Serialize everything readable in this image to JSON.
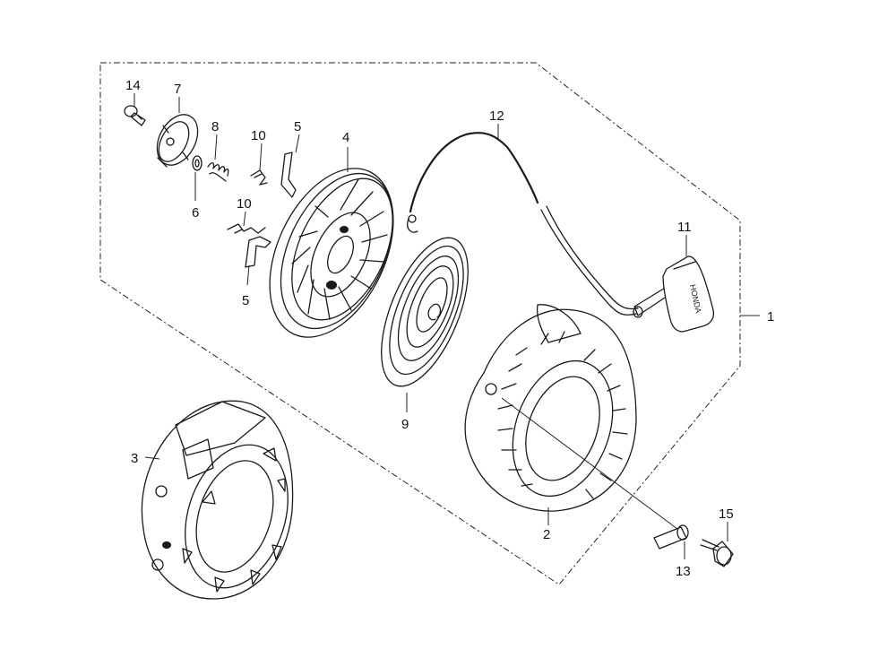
{
  "callouts": {
    "c1": "1",
    "c2": "2",
    "c3": "3",
    "c4": "4",
    "c5a": "5",
    "c5b": "5",
    "c6": "6",
    "c7": "7",
    "c8": "8",
    "c9": "9",
    "c10a": "10",
    "c10b": "10",
    "c11": "11",
    "c12": "12",
    "c13": "13",
    "c14": "14",
    "c15": "15"
  },
  "handle_text": "HONDA"
}
